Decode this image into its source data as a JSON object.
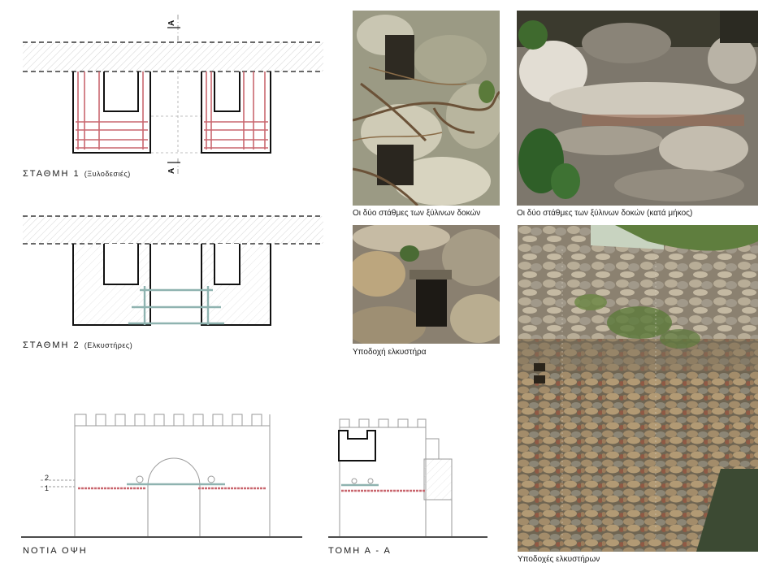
{
  "diagram": {
    "stathmi1": {
      "title": "ΣΤΑΘΜΗ 1",
      "subtitle": "(Ξυλοδεσιές)"
    },
    "stathmi2": {
      "title": "ΣΤΑΘΜΗ 2",
      "subtitle": "(Ελκυστήρες)"
    },
    "notia_opsi": "ΝΟΤΙΑ ΟΨΗ",
    "tomi": "ΤΟΜΗ Α - Α",
    "section_marker": "A",
    "level_labels": [
      "2",
      "1"
    ]
  },
  "photos": [
    {
      "caption": "Οι δύο στάθμες των ξύλινων δοκών"
    },
    {
      "caption": "Οι δύο στάθμες των ξύλινων δοκών (κατά μήκος)"
    },
    {
      "caption": "Υποδοχή ελκυστήρα"
    },
    {
      "caption": "Υποδοχές ελκυστήρων"
    }
  ],
  "colors": {
    "timber_beam": "#c9676f",
    "steel_tie": "#8fb3b0",
    "line": "#111111",
    "hatch": "#bdbdbd"
  }
}
